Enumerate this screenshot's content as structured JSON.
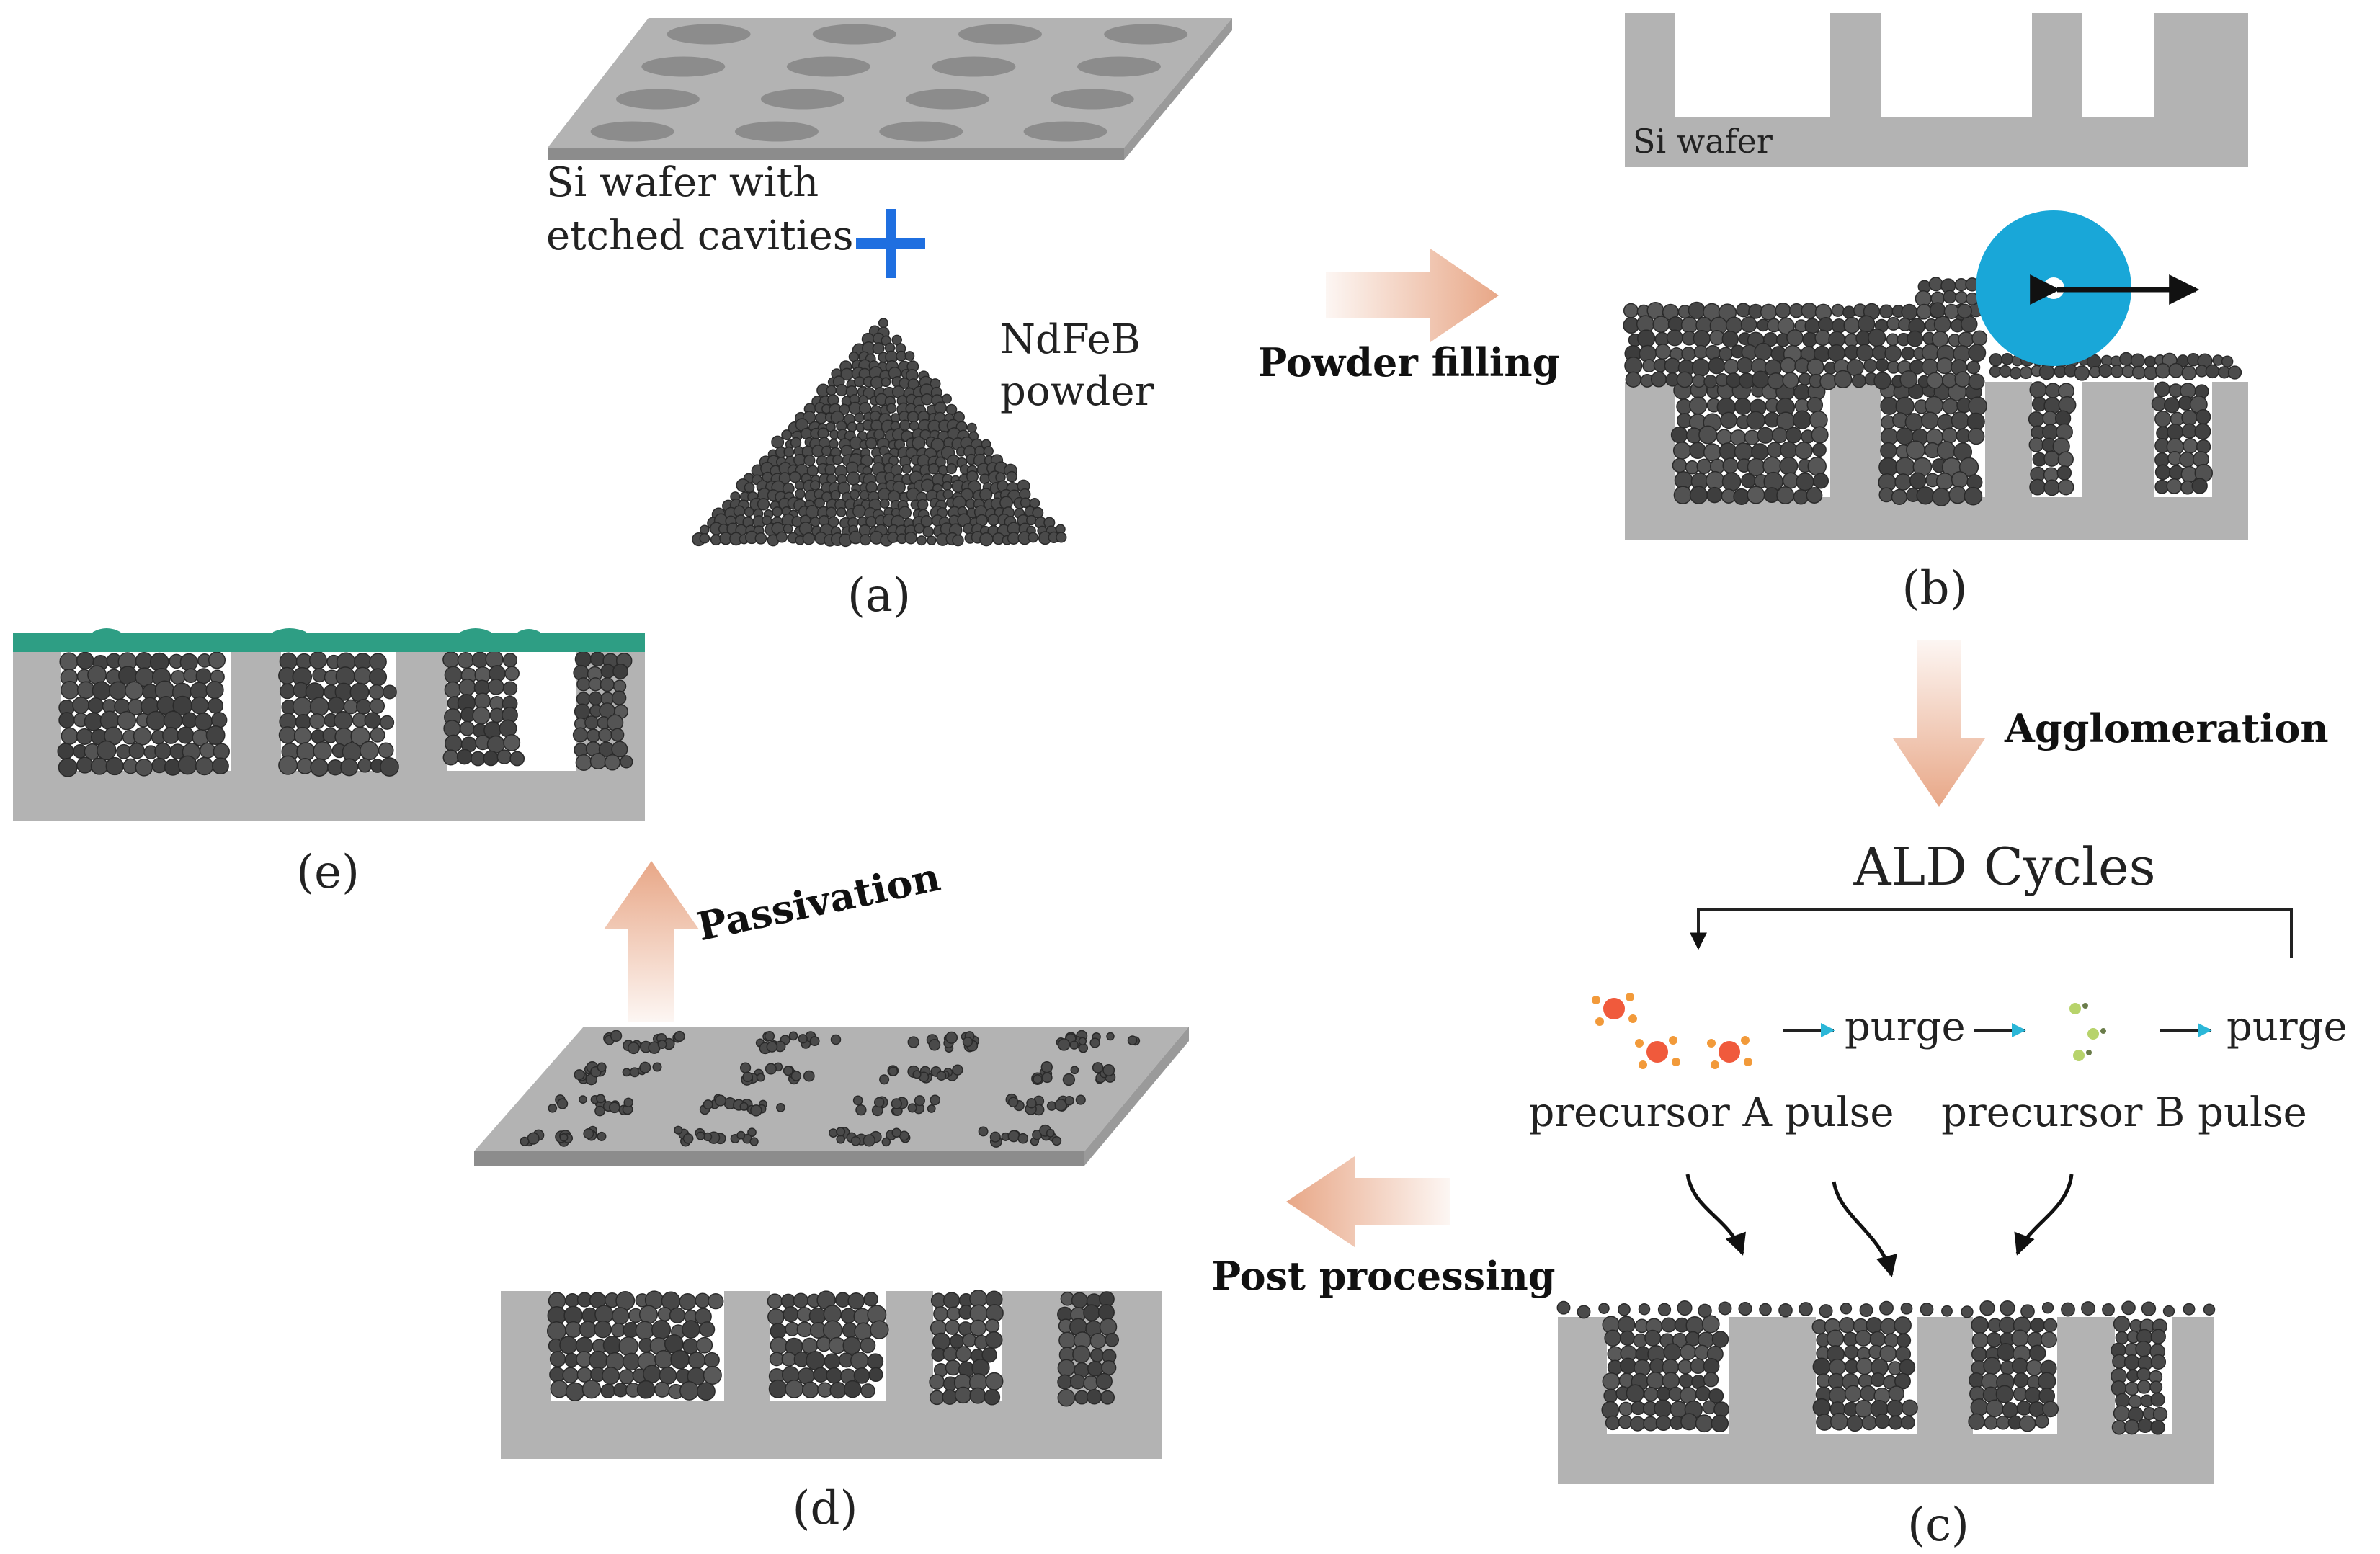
{
  "panels": {
    "a": {
      "label": "(a)",
      "wafer_text_line1": "Si wafer with",
      "wafer_text_line2": "etched cavities",
      "powder_text_line1": "NdFeB",
      "powder_text_line2": "powder"
    },
    "b": {
      "label": "(b)",
      "wafer_label": "Si wafer"
    },
    "c": {
      "label": "(c)",
      "ald_title": "ALD Cycles",
      "precursor_a": "precursor A pulse",
      "precursor_b": "precursor B pulse",
      "purge_1": "purge",
      "purge_2": "purge"
    },
    "d": {
      "label": "(d)"
    },
    "e": {
      "label": "(e)"
    }
  },
  "steps": {
    "powder_filling": "Powder filling",
    "agglomeration": "Agglomeration",
    "post_processing": "Post processing",
    "passivation": "Passivation"
  },
  "colors": {
    "wafer": "#b3b3b3",
    "wafer_dark": "#8c8c8c",
    "particle": "#4a4a4a",
    "particle_edge": "#2a2a2a",
    "roller": "#19a7d8",
    "passivation_layer": "#2e9e84",
    "plus_sign": "#1f6fe0",
    "arrow_peach": "#e8a787",
    "precursor_a": "#f05a3c",
    "precursor_b": "#b7d36b"
  },
  "icons": {
    "roller": "roller-icon",
    "plus": "plus-icon",
    "precursor_a": "molecule-icon",
    "precursor_b": "molecule-icon"
  }
}
